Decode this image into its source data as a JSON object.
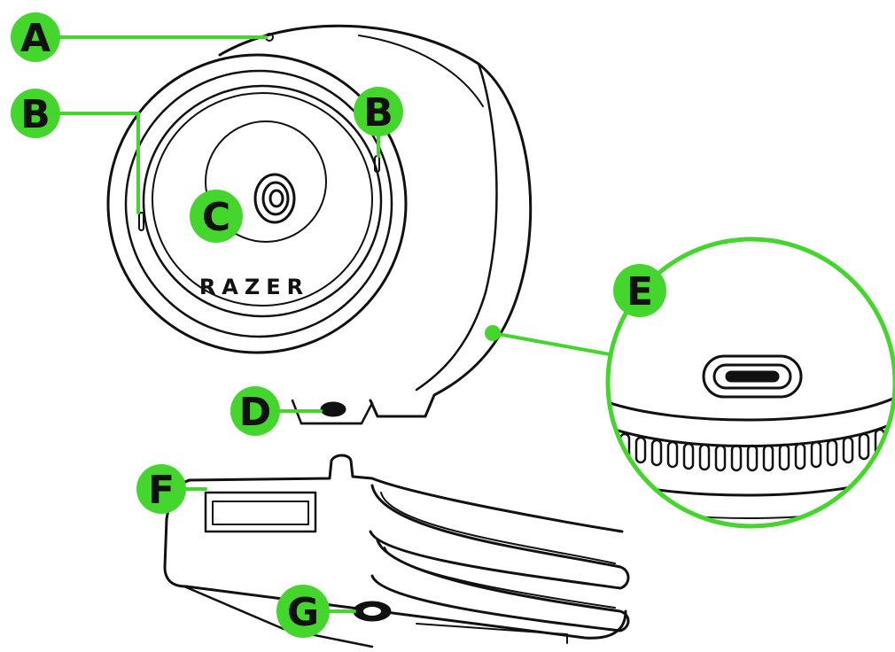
{
  "colors": {
    "accent": "#44d62c",
    "line": "#111111",
    "background": "#ffffff"
  },
  "logo": {
    "text": "RAZER"
  },
  "callouts": [
    {
      "id": "A",
      "label": "A"
    },
    {
      "id": "B1",
      "label": "B"
    },
    {
      "id": "B2",
      "label": "B"
    },
    {
      "id": "C",
      "label": "C"
    },
    {
      "id": "D",
      "label": "D"
    },
    {
      "id": "E",
      "label": "E"
    },
    {
      "id": "F",
      "label": "F"
    },
    {
      "id": "G",
      "label": "G"
    }
  ]
}
